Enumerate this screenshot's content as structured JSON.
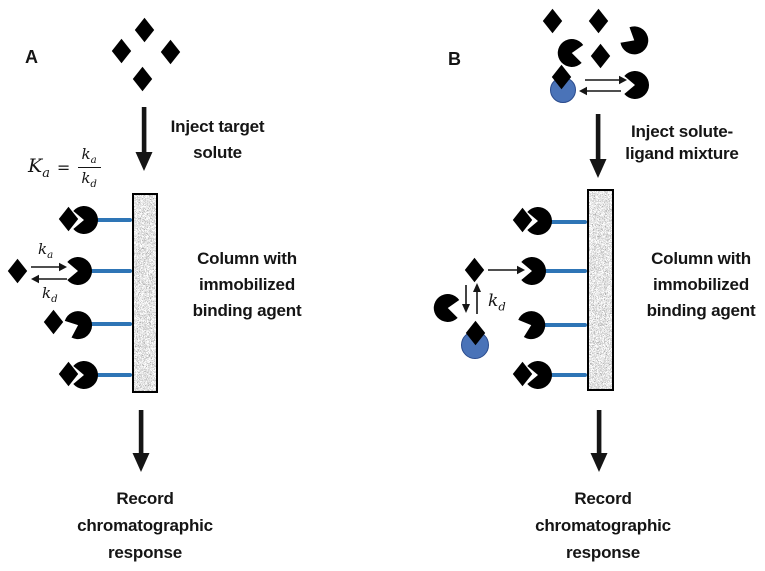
{
  "colors": {
    "solute_red": "#EC1B23",
    "ligand_blue_fill": "#4A73B8",
    "ligand_blue_stroke": "#2A4B8D",
    "tether_blue": "#2E75B6",
    "arrow_black": "#151515"
  },
  "panelA": {
    "label": "A",
    "inject_lines": [
      "Inject target",
      "solute"
    ],
    "equation": {
      "lhs": "K",
      "lhs_sub": "a",
      "equals": "=",
      "num": "k",
      "num_sub": "a",
      "den": "k",
      "den_sub": "d"
    },
    "kinetics": {
      "ka_main": "k",
      "ka_sub": "a",
      "kd_main": "k",
      "kd_sub": "d"
    },
    "column_lines": [
      "Column with",
      "immobilized",
      "binding agent"
    ],
    "record_lines": [
      "Record",
      "chromatographic",
      "response"
    ]
  },
  "panelB": {
    "label": "B",
    "inject_lines": [
      "Inject solute-",
      "ligand mixture"
    ],
    "kd": {
      "main": "k",
      "sub": "d"
    },
    "column_lines": [
      "Column with",
      "immobilized",
      "binding agent"
    ],
    "record_lines": [
      "Record",
      "chromatographic",
      "response"
    ]
  }
}
